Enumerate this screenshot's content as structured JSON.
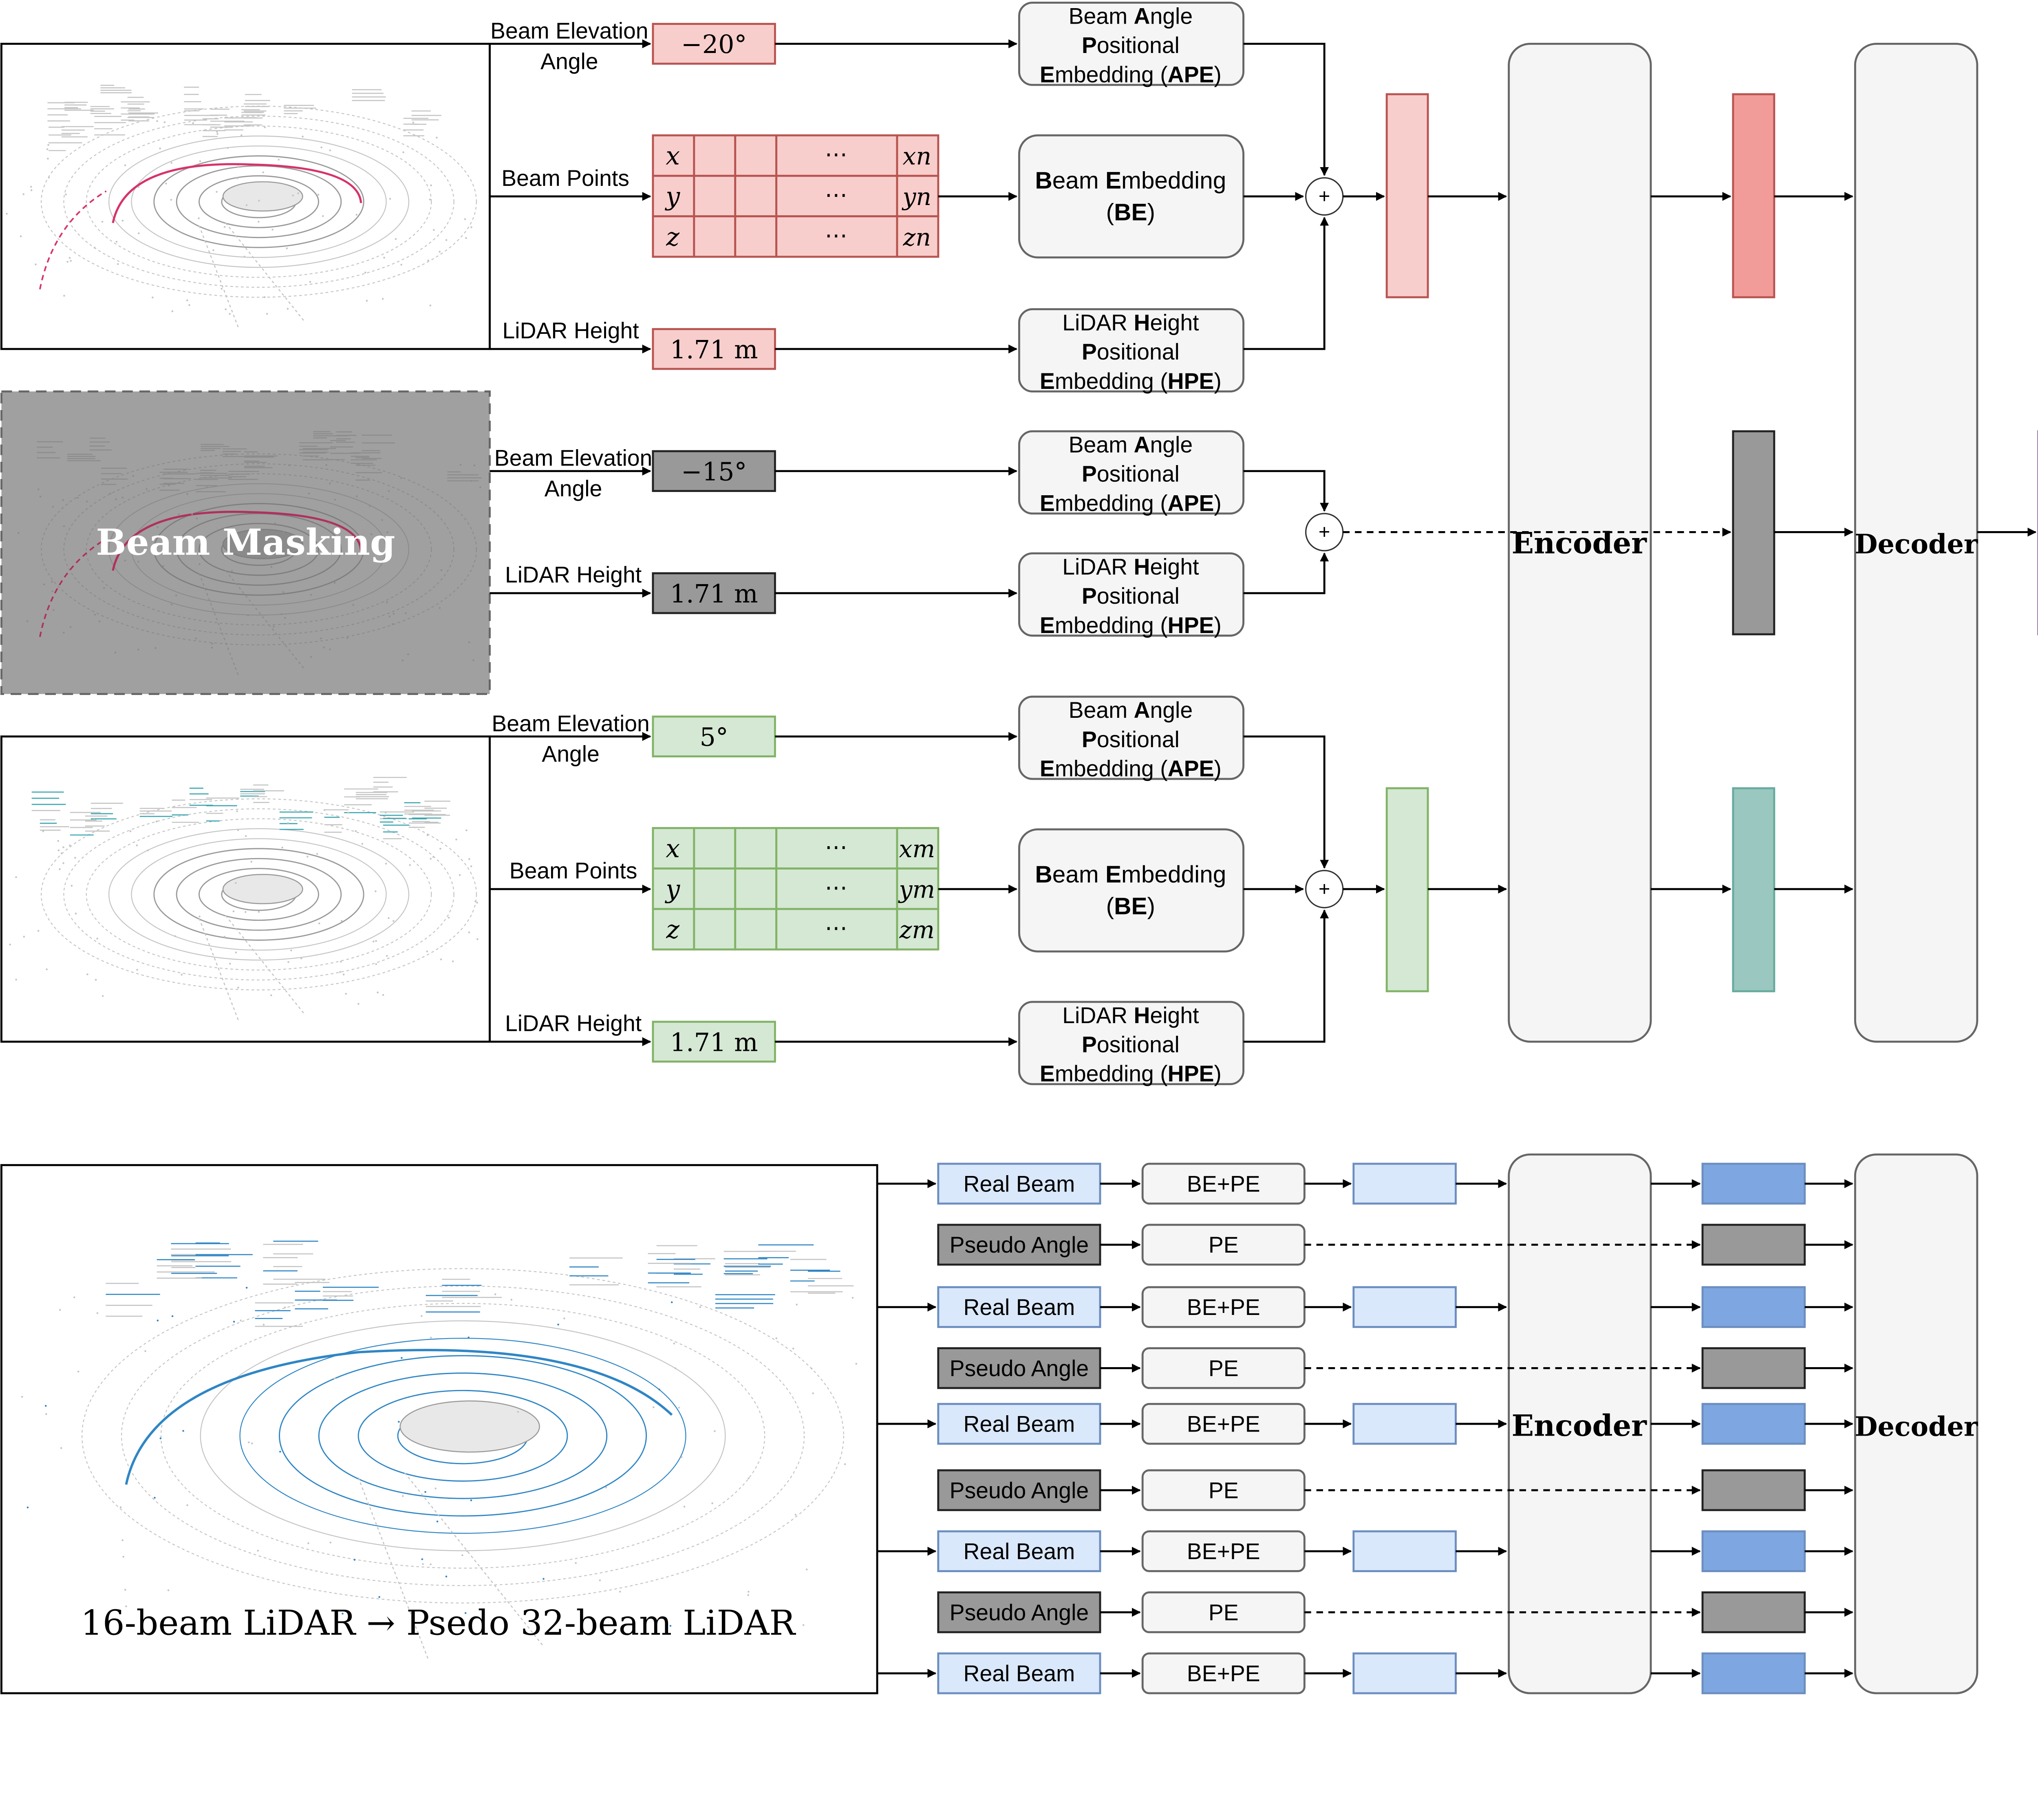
{
  "colors": {
    "red_fill": "#f8cecc",
    "red_stroke": "#b85450",
    "gray_fill": "#999999",
    "gray_stroke": "#222222",
    "green_fill": "#d5e8d4",
    "green_stroke": "#82b366",
    "box_fill": "#f5f5f5",
    "box_stroke": "#666666",
    "token_red": "#f19c99",
    "token_gray": "#999999",
    "token_teal": "#9ac7bf",
    "token_purple": "#e1d5e7",
    "token_purple_stroke": "#9673a6",
    "light_blue": "#dae8fc",
    "light_blue_stroke": "#6c8ebf",
    "mid_blue": "#7ea6e0",
    "lidar_red": "#d6336c",
    "lidar_blue": "#2f86c5",
    "lidar_cyan": "#3aa6b0"
  },
  "top": {
    "block1": {
      "elev_label_1": "Beam Elevation",
      "elev_label_2": "Angle",
      "elev_value": "−20°",
      "points_label": "Beam Points",
      "height_label": "LiDAR Height",
      "height_value": "1.71 m",
      "row_x": [
        "x",
        "⋯",
        "xn"
      ],
      "row_y": [
        "y",
        "⋯",
        "yn"
      ],
      "row_z": [
        "z",
        "⋯",
        "zn"
      ]
    },
    "block2": {
      "masking_label": "Beam Masking",
      "elev_label_1": "Beam Elevation",
      "elev_label_2": "Angle",
      "elev_value": "−15°",
      "height_label": "LiDAR Height",
      "height_value": "1.71 m"
    },
    "block3": {
      "elev_label_1": "Beam Elevation",
      "elev_label_2": "Angle",
      "elev_value": "5°",
      "points_label": "Beam Points",
      "height_label": "LiDAR Height",
      "height_value": "1.71 m",
      "row_x": [
        "x",
        "⋯",
        "xm"
      ],
      "row_y": [
        "y",
        "⋯",
        "ym"
      ],
      "row_z": [
        "z",
        "⋯",
        "zm"
      ]
    },
    "ape": {
      "line1_pre": "Beam ",
      "line1_bold": "A",
      "line1_post": "ngle",
      "line2_bold": "P",
      "line2_post": "ositional",
      "line3_bold": "E",
      "line3_mid": "mbedding (",
      "line3_abbr": "APE",
      "line3_end": ")"
    },
    "be": {
      "line1_bold1": "B",
      "line1_mid": "eam ",
      "line1_bold2": "E",
      "line1_post": "mbedding",
      "line2_pre": "(",
      "line2_abbr": "BE",
      "line2_end": ")"
    },
    "hpe": {
      "line1_pre": "LiDAR ",
      "line1_bold": "H",
      "line1_post": "eight",
      "line2_bold": "P",
      "line2_post": "ositional",
      "line3_bold": "E",
      "line3_mid": "mbedding (",
      "line3_abbr": "HPE",
      "line3_end": ")"
    },
    "plus": "+",
    "encoder": "Encoder",
    "decoder": "Decoder"
  },
  "bottom": {
    "caption": "16-beam LiDAR → Psedo 32-beam LiDAR",
    "rows": [
      {
        "kind": "real",
        "input": "Real Beam",
        "embed": "BE+PE"
      },
      {
        "kind": "pseudo",
        "input": "Pseudo Angle",
        "embed": "PE"
      },
      {
        "kind": "real",
        "input": "Real Beam",
        "embed": "BE+PE"
      },
      {
        "kind": "pseudo",
        "input": "Pseudo Angle",
        "embed": "PE"
      },
      {
        "kind": "real",
        "input": "Real Beam",
        "embed": "BE+PE"
      },
      {
        "kind": "pseudo",
        "input": "Pseudo Angle",
        "embed": "PE"
      },
      {
        "kind": "real",
        "input": "Real Beam",
        "embed": "BE+PE"
      },
      {
        "kind": "pseudo",
        "input": "Pseudo Angle",
        "embed": "PE"
      },
      {
        "kind": "real",
        "input": "Real Beam",
        "embed": "BE+PE"
      }
    ],
    "encoder": "Encoder",
    "decoder": "Decoder"
  }
}
